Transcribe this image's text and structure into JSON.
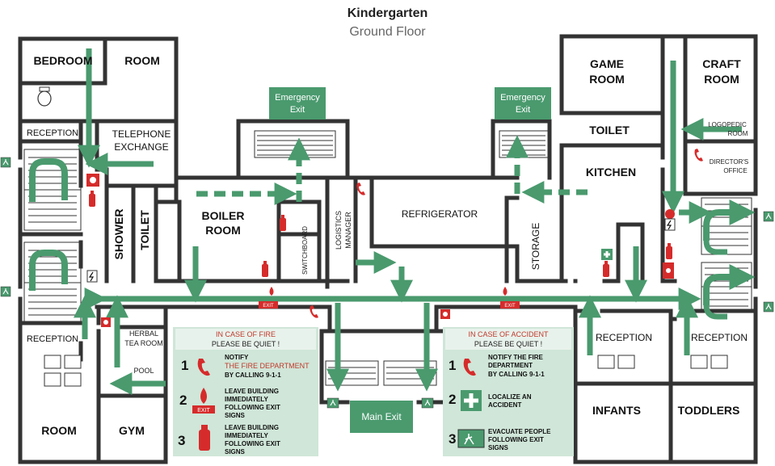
{
  "header": {
    "title": "Kindergarten",
    "subtitle": "Ground Floor"
  },
  "rooms": {
    "bedroom": "BEDROOM",
    "room_top": "ROOM",
    "reception_tl": "RECEPTION",
    "telephone_1": "TELEPHONE",
    "telephone_2": "EXCHANGE",
    "shower": "SHOWER",
    "toilet_left": "TOILET",
    "boiler_1": "BOILER",
    "boiler_2": "ROOM",
    "switchboard": "SWITCHBOARD",
    "logistics_1": "LOGISTICS",
    "logistics_2": "MANAGER",
    "refrigerator": "REFRIGERATOR",
    "storage": "STORAGE",
    "kitchen": "KITCHEN",
    "game_1": "GAME",
    "game_2": "ROOM",
    "craft_1": "CRAFT",
    "craft_2": "ROOM",
    "toilet_right": "TOILET",
    "logopedic_1": "LOGOPEDIC",
    "logopedic_2": "ROOM",
    "director_1": "DIRECTOR'S",
    "director_2": "OFFICE",
    "reception_bl": "RECEPTION",
    "herbal_1": "HERBAL",
    "herbal_2": "TEA ROOM",
    "pool": "POOL",
    "room_bottom": "ROOM",
    "gym": "GYM",
    "reception_infants": "RECEPTION",
    "infants": "INFANTS",
    "reception_toddlers": "RECEPTION",
    "toddlers": "TODDLERS"
  },
  "exits": {
    "emergency_left_1": "Emergency",
    "emergency_left_2": "Exit",
    "emergency_right_1": "Emergency",
    "emergency_right_2": "Exit",
    "main": "Main Exit",
    "sign_text": "EXIT"
  },
  "fire_panel": {
    "title": "IN CASE OF FIRE",
    "subtitle": "PLEASE BE QUIET !",
    "steps": [
      {
        "num": "1",
        "l1": "NOTIFY",
        "l2": "THE FIRE DEPARTMENT",
        "l3": "BY CALLING  9-1-1"
      },
      {
        "num": "2",
        "l1": "LEAVE BUILDING",
        "l2": "IMMEDIATELY",
        "l3": "FOLLOWING EXIT",
        "l4": "SIGNS"
      },
      {
        "num": "3",
        "l1": "LEAVE BUILDING",
        "l2": "IMMEDIATELY",
        "l3": "FOLLOWING EXIT",
        "l4": "SIGNS"
      }
    ]
  },
  "accident_panel": {
    "title": "IN CASE OF ACCIDENT",
    "subtitle": "PLEASE BE QUIET !",
    "steps": [
      {
        "num": "1",
        "l1": "NOTIFY THE FIRE",
        "l2": "DEPARTMENT",
        "l3": "BY CALLING  9-1-1"
      },
      {
        "num": "2",
        "l1": "LOCALIZE AN",
        "l2": "ACCIDENT"
      },
      {
        "num": "3",
        "l1": "EVACUATE PEOPLE",
        "l2": "FOLLOWING EXIT",
        "l3": "SIGNS"
      }
    ]
  },
  "colors": {
    "wall": "#333333",
    "route": "#4a9a6e",
    "panel": "#cfe6d8",
    "panel_header": "#e8f2ec",
    "alarm": "#d62b2b"
  },
  "icons": [
    "phone-icon",
    "fire-extinguisher-icon",
    "fire-exit-icon",
    "first-aid-icon",
    "alarm-bell-icon",
    "toilet-icon",
    "sink-icon",
    "high-voltage-icon",
    "running-man-icon"
  ]
}
